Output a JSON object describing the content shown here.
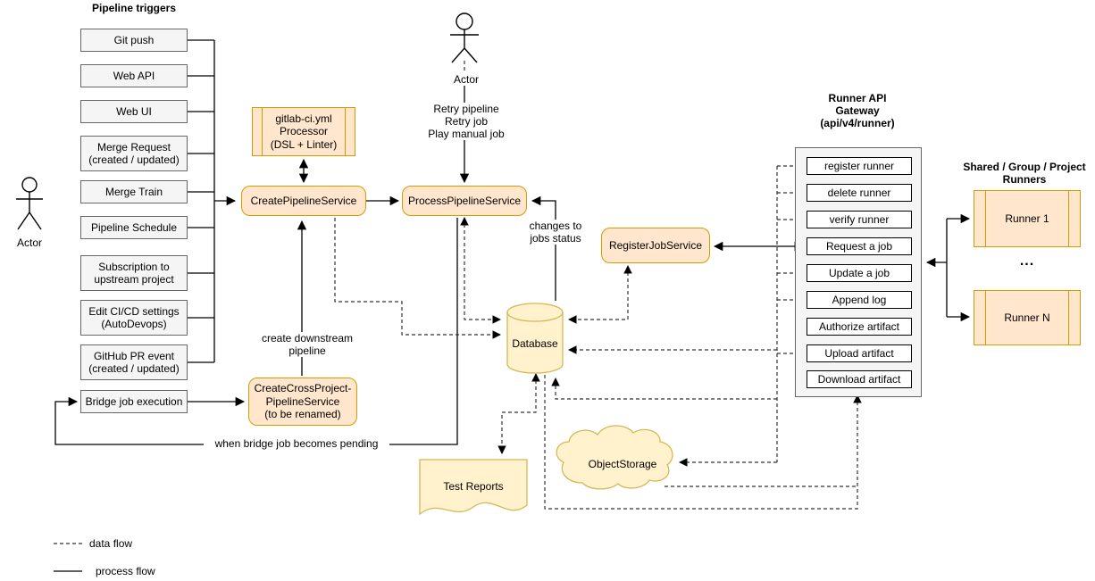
{
  "colors": {
    "orange_fill": "#ffe6cc",
    "orange_stroke": "#d79b00",
    "yellow_fill": "#fff2cc",
    "yellow_stroke": "#d6b656",
    "gray_fill": "#f5f5f5",
    "gray_stroke": "#666666"
  },
  "actors": {
    "left_label": "Actor",
    "top_label": "Actor"
  },
  "triggers": {
    "title": "Pipeline triggers",
    "items": [
      "Git push",
      "Web API",
      "Web UI",
      "Merge Request\n(created / updated)",
      "Merge Train",
      "Pipeline Schedule",
      "Subscription to\nupstream project",
      "Edit CI/CD settings\n(AutoDevops)",
      "GitHub PR event\n(created / updated)",
      "Bridge job execution"
    ]
  },
  "services": {
    "processor": "gitlab-ci.yml\nProcessor\n(DSL + Linter)",
    "create_pipeline": "CreatePipelineService",
    "process_pipeline": "ProcessPipelineService",
    "create_cross_project": "CreateCrossProject-\nPipelineService\n(to be renamed)",
    "register_job": "RegisterJobService"
  },
  "stores": {
    "database": "Database",
    "test_reports": "Test Reports",
    "object_storage": "ObjectStorage"
  },
  "gateway": {
    "title": "Runner API\nGateway\n(api/v4/runner)",
    "endpoints": [
      "register runner",
      "delete runner",
      "verify runner",
      "Request a job",
      "Update a job",
      "Append log",
      "Authorize artifact",
      "Upload artifact",
      "Download artifact"
    ]
  },
  "runners": {
    "title": "Shared / Group / Project\nRunners",
    "runner1": "Runner 1",
    "runnerN": "Runner N",
    "ellipsis": "..."
  },
  "annotations": {
    "retry": "Retry pipeline\nRetry job\nPlay manual job",
    "create_downstream": "create downstream\npipeline",
    "changes_to_jobs": "changes to\njobs status",
    "when_bridge": "when bridge job becomes pending"
  },
  "legend": {
    "data_flow": "data flow",
    "process_flow": "process flow"
  }
}
